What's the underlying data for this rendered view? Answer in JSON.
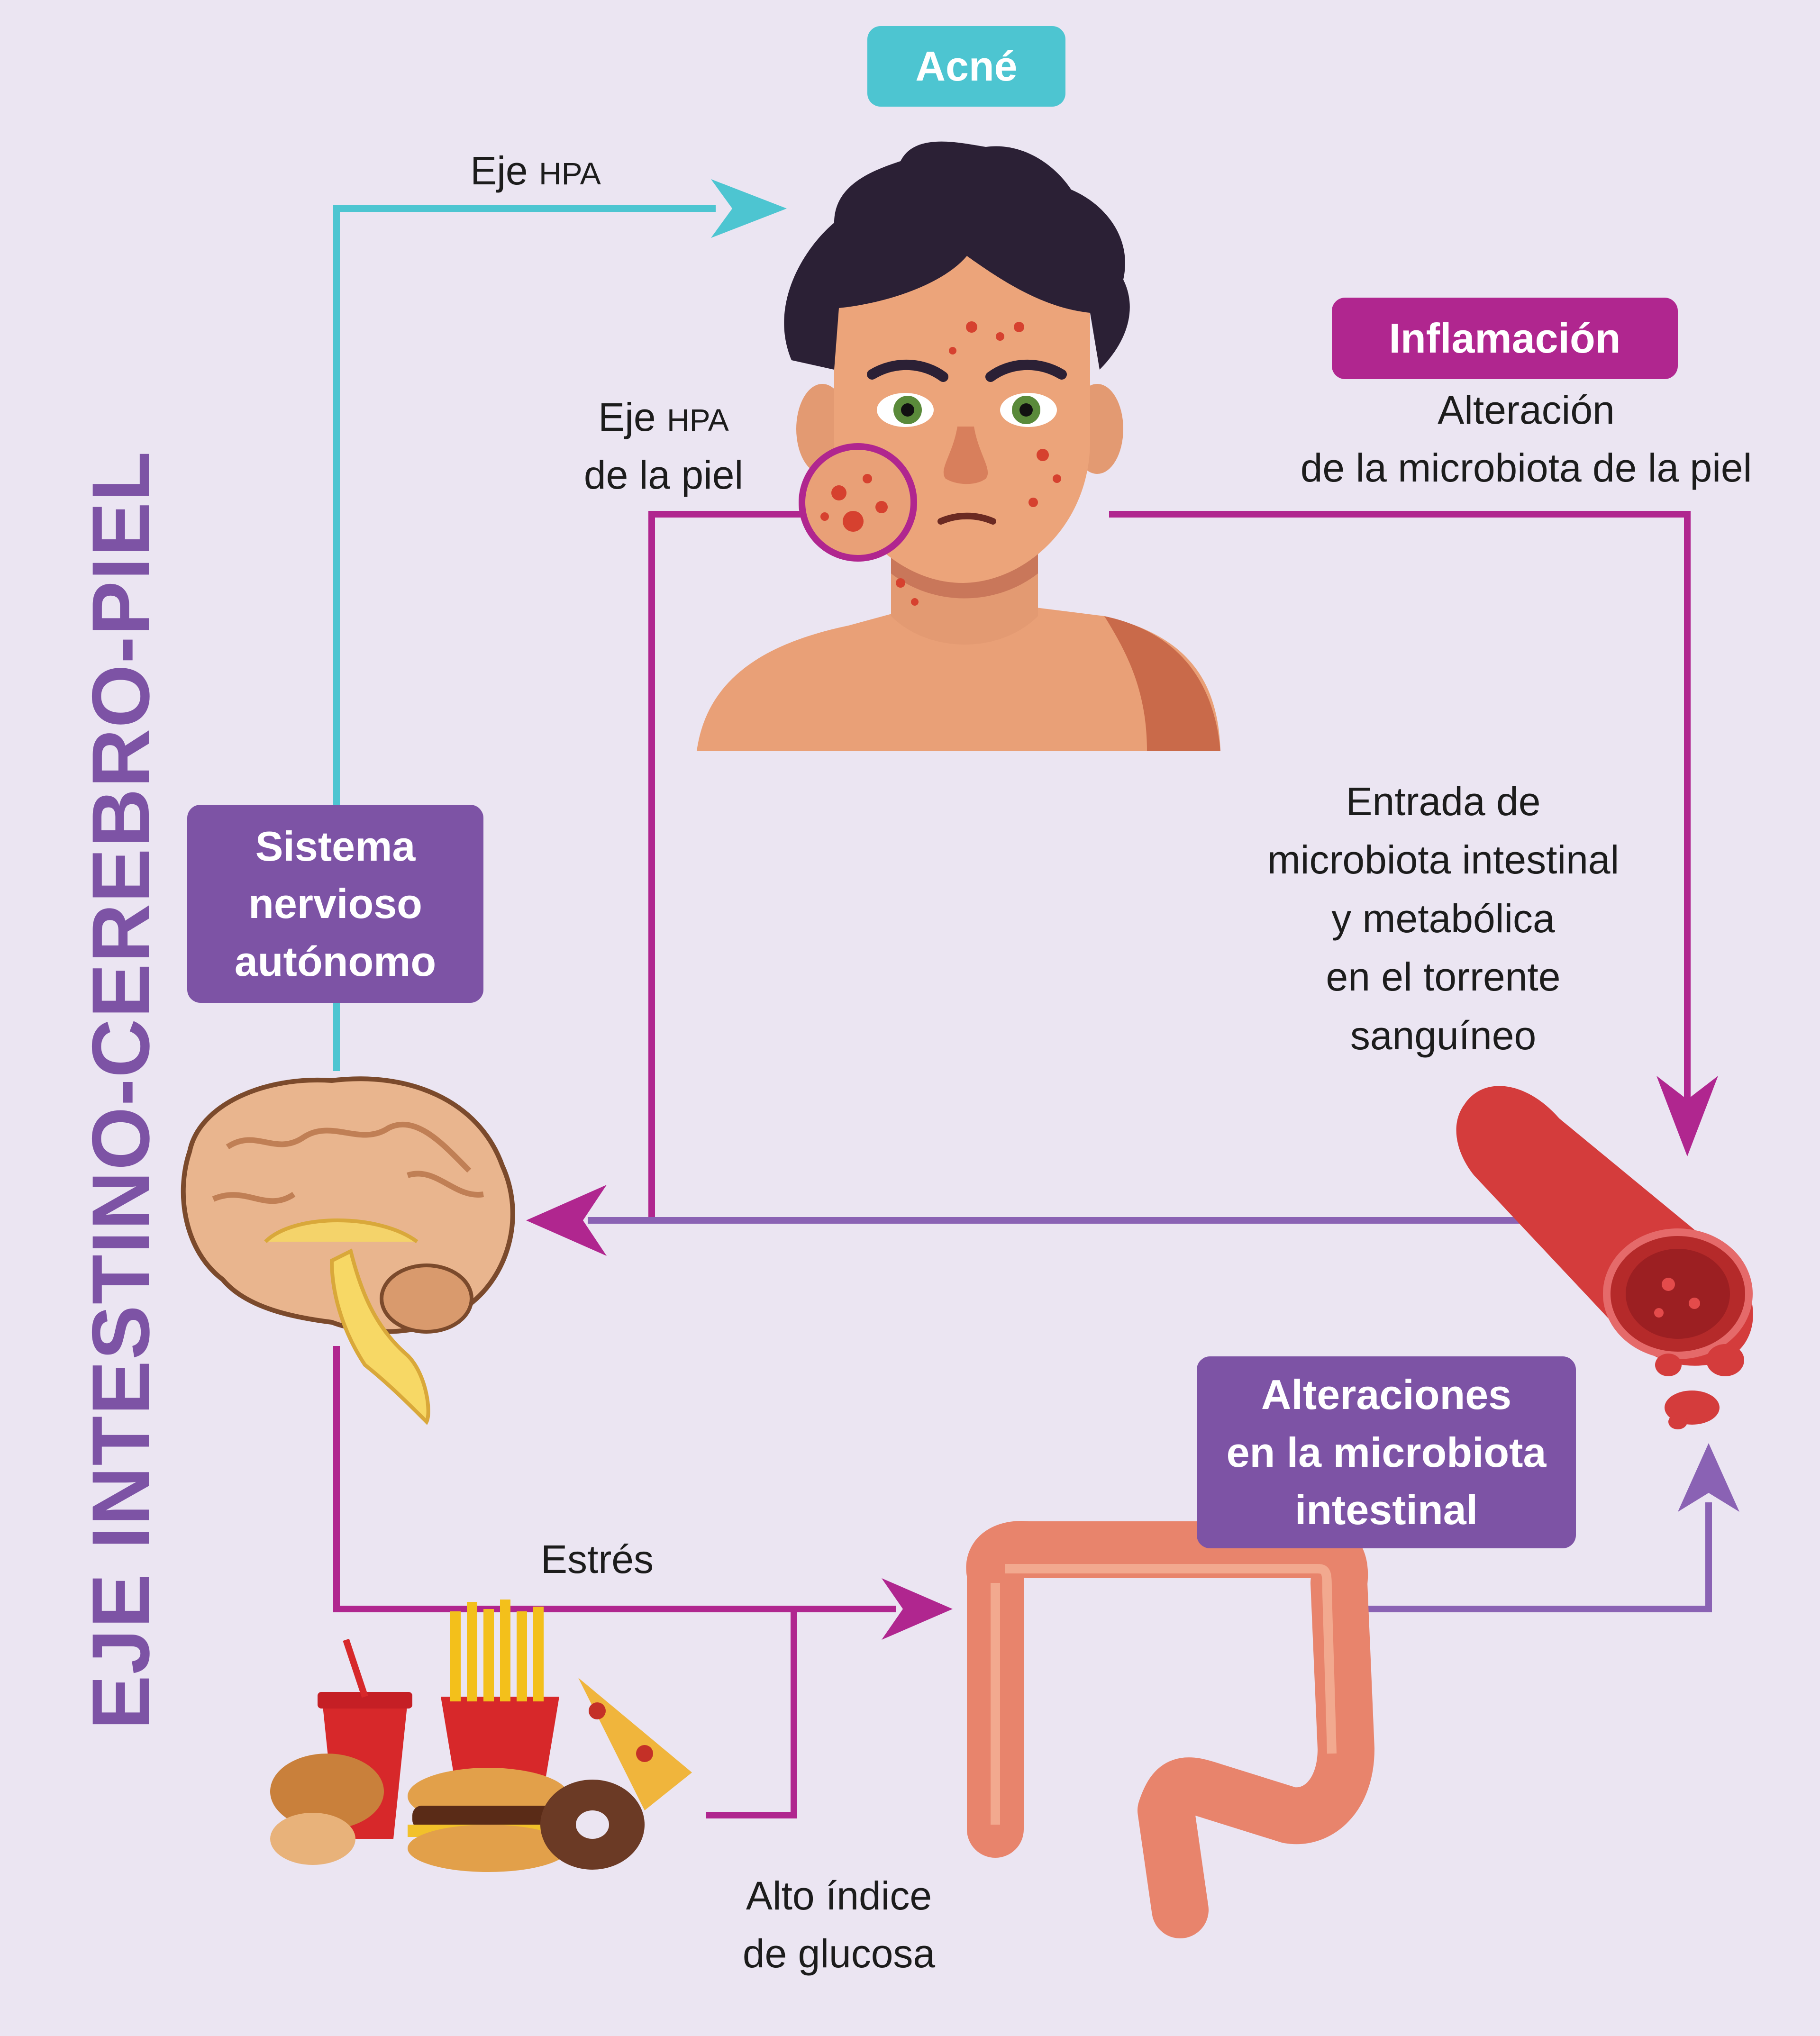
{
  "title": "EJE INTESTINO-CEREBRO-PIEL",
  "badges": {
    "acne": "Acné",
    "inflamacion": "Inflamación",
    "sistema": [
      "Sistema",
      "nervioso",
      "autónomo"
    ],
    "alteraciones": [
      "Alteraciones",
      "en la microbiota",
      "intestinal"
    ]
  },
  "labels": {
    "eje_hpa_top": {
      "main": "Eje",
      "small": "HPA"
    },
    "eje_hpa_piel": {
      "line1_main": "Eje",
      "line1_small": "HPA",
      "line2": "de la piel"
    },
    "alteracion_piel": [
      "Alteración",
      "de la microbiota de la piel"
    ],
    "entrada": [
      "Entrada de",
      "microbiota intestinal",
      "y metabólica",
      "en el torrente",
      "sanguíneo"
    ],
    "estres": "Estrés",
    "glucosa": [
      "Alto índice",
      "de glucosa"
    ]
  },
  "colors": {
    "background": "#ebe5f2",
    "cyan": "#4dc5d1",
    "magenta": "#b0268f",
    "purple": "#7d53a5",
    "flow_purple": "#8a62b4"
  }
}
